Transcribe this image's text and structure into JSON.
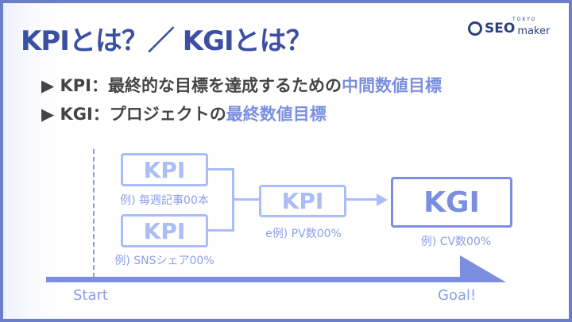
{
  "title": "KPIとは？／ KGIとは？",
  "logo": {
    "main": "SEO",
    "sub": "maker",
    "top": "TOKYO"
  },
  "bullets": [
    {
      "marker": "▶",
      "text": "KPI：最終的な目標を達成するための",
      "highlight": "中間数値目標"
    },
    {
      "marker": "▶",
      "text": "KGI：プロジェクトの",
      "highlight": "最終数値目標"
    }
  ],
  "diagram": {
    "kpi1": {
      "label": "KPI",
      "example": "例) 毎週記事00本"
    },
    "kpi2": {
      "label": "KPI",
      "example": "例) SNSシェア00%"
    },
    "kpi3": {
      "label": "KPI",
      "example": "e例) PV数00%"
    },
    "kgi": {
      "label": "KGI",
      "example": "例) CV数00%"
    },
    "start": "Start",
    "goal": "Goal!"
  },
  "colors": {
    "title": "#3b4fa3",
    "highlight": "#7b8fe0",
    "kpi": "#a9bdf8",
    "kgi": "#7b8ee0"
  }
}
